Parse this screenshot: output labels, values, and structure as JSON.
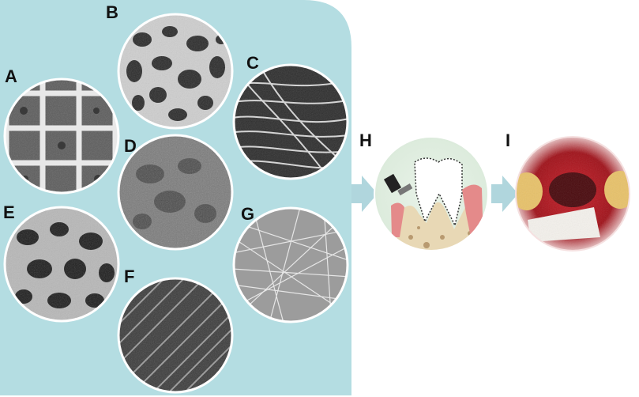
{
  "panels": [
    {
      "label": "A"
    },
    {
      "label": "B"
    },
    {
      "label": "C"
    },
    {
      "label": "D"
    },
    {
      "label": "E"
    },
    {
      "label": "F"
    },
    {
      "label": "G"
    },
    {
      "label": "H"
    },
    {
      "label": "I"
    }
  ],
  "colors": {
    "panel_bg": "#b4dde2",
    "arrow": "#b0d6dd",
    "gum": "#e48a8a",
    "bone": "#e8d8b5",
    "tissue_red": "#b2141c",
    "membrane": "#f4f1ec"
  }
}
